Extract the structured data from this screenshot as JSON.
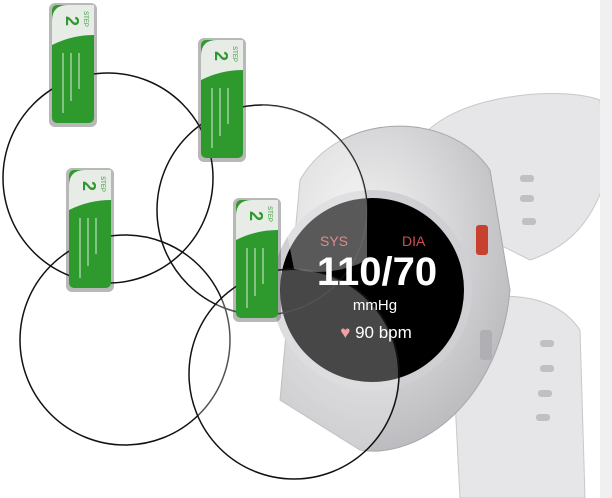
{
  "watch_screen": {
    "sys_label": "SYS",
    "dia_label": "DIA",
    "reading": "110/70",
    "unit": "mmHg",
    "heart_rate": "90 bpm",
    "sys_color": "#e08a8a",
    "dia_color": "#d05050",
    "heart_color": "#f2a0a0"
  },
  "protector_tabs": [
    {
      "step": "2",
      "step_label": "STEP"
    },
    {
      "step": "2",
      "step_label": "STEP"
    },
    {
      "step": "2",
      "step_label": "STEP"
    },
    {
      "step": "2",
      "step_label": "STEP"
    }
  ],
  "colors": {
    "tab_green": "#2e9a2e",
    "strap": "#e4e4e6",
    "screen": "#000000"
  }
}
